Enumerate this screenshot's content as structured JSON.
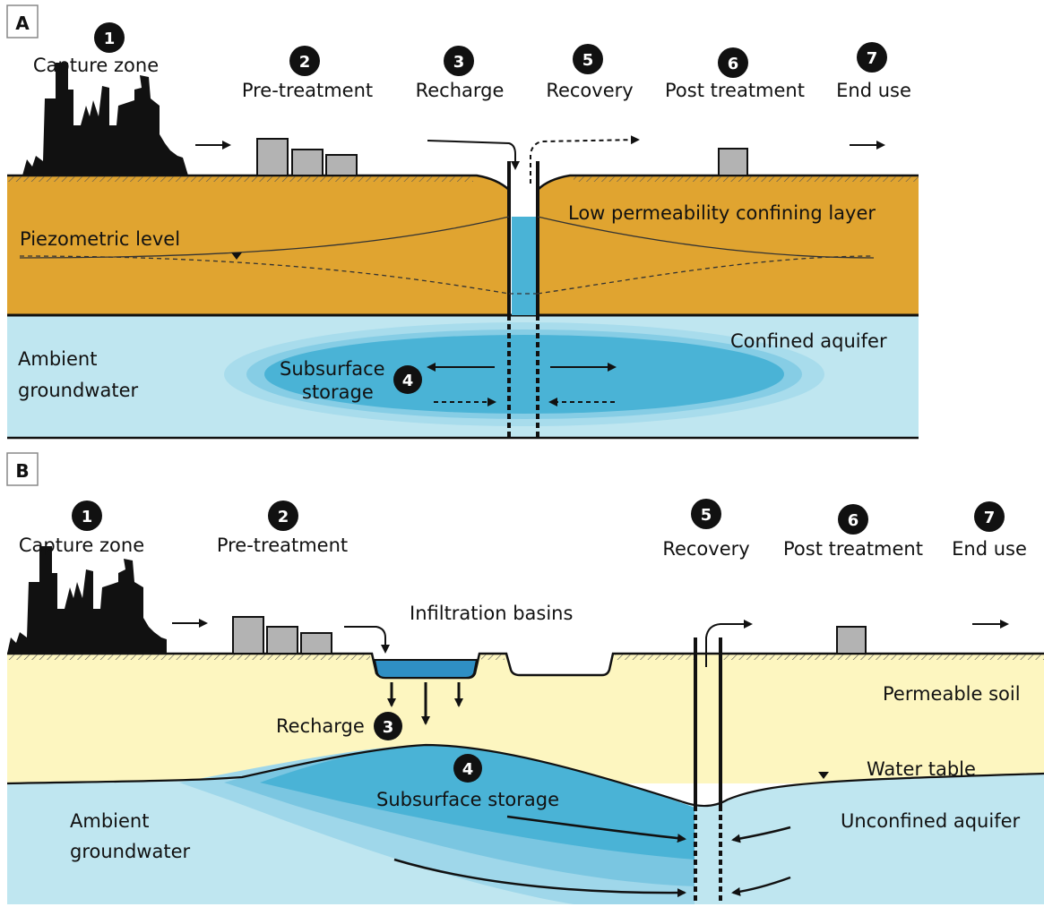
{
  "panel_a": {
    "tag": "A",
    "steps": [
      {
        "num": "1",
        "label": "Capture zone"
      },
      {
        "num": "2",
        "label": "Pre-treatment"
      },
      {
        "num": "3",
        "label": "Recharge"
      },
      {
        "num": "5",
        "label": "Recovery"
      },
      {
        "num": "6",
        "label": "Post treatment"
      },
      {
        "num": "7",
        "label": "End use"
      }
    ],
    "storage_num": "4",
    "storage_label": [
      "Subsurface",
      "storage"
    ],
    "confining_layer": "Low permeability confining layer",
    "piezometric_level": "Piezometric level",
    "confined_aquifer": "Confined aquifer",
    "ambient": [
      "Ambient",
      "groundwater"
    ]
  },
  "panel_b": {
    "tag": "B",
    "steps": [
      {
        "num": "1",
        "label": "Capture zone"
      },
      {
        "num": "2",
        "label": "Pre-treatment"
      },
      {
        "num": "5",
        "label": "Recovery"
      },
      {
        "num": "6",
        "label": "Post treatment"
      },
      {
        "num": "7",
        "label": "End use"
      }
    ],
    "infiltration_basins": "Infiltration basins",
    "recharge_label": "Recharge",
    "recharge_num": "3",
    "storage_num": "4",
    "storage_label": "Subsurface storage",
    "permeable_soil": "Permeable soil",
    "water_table": "Water table",
    "unconfined_aquifer": "Unconfined aquifer",
    "ambient": [
      "Ambient",
      "groundwater"
    ]
  },
  "colors": {
    "confining_layer": "#e0a430",
    "aquifer": "#bfe6f0",
    "storage": "#4ab3d6",
    "permeable_soil": "#fdf6c0",
    "building": "#b3b3b3",
    "city": "#111111"
  }
}
